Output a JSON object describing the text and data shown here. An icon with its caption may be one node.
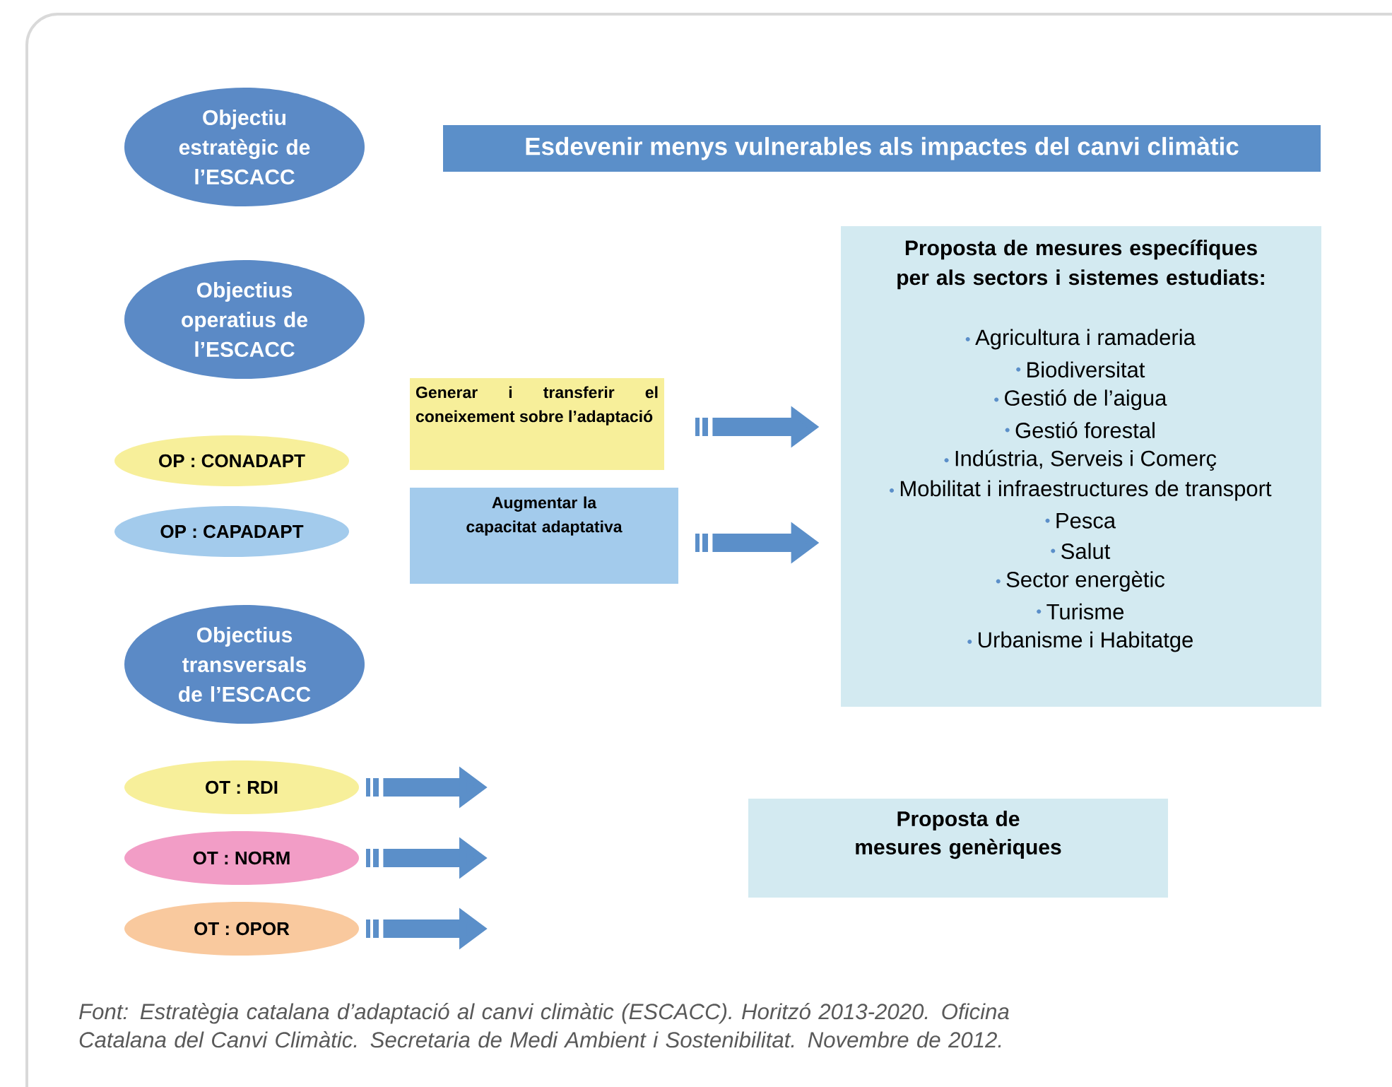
{
  "diagram": {
    "caption": "Font: Estratègia catalana d’adaptació al canvi climàtic (ESCACC). Horitzó 2013-2020. Oficina Catalana del Canvi Climàtic. Secretaria de Medi Ambient i Sostenibilitat. Novembre de 2012.",
    "nodes": [
      {
        "text": [
          "Objectiu estratègic de l’ESCACC"
        ]
      },
      {
        "text": [
          "Esdevenir menys vulnerables als impactes del canvi climàtic"
        ]
      },
      {
        "text": [
          "Objectius operatius de l’ESCACC"
        ]
      },
      {
        "text": [
          "OP : CONADAPT"
        ]
      },
      {
        "text": [
          "OP : CAPADAPT"
        ]
      },
      {
        "text": [
          "Generar i transferir el coneixement sobre l’adaptació"
        ]
      },
      {
        "text": [
          "Augmentar la capacitat adaptativa"
        ]
      },
      {
        "text": [
          "Proposta de mesures específiques per als sectors i sistemes estudiats:",
          "Agricultura i ramaderia",
          "Biodiversitat",
          "Gestió de l’aigua",
          "Gestió forestal",
          "Indústria, Serveis i Comerç",
          "Mobilitat i infraestructures de transport",
          "Pesca",
          "Salut",
          "Sector energètic",
          "Turisme",
          "Urbanisme i Habitatge"
        ]
      },
      {
        "text": [
          "Objectius transversals de l’ESCACC"
        ]
      },
      {
        "text": [
          "OT : RDI"
        ]
      },
      {
        "text": [
          "OT : NORM"
        ]
      },
      {
        "text": [
          "OT : OPOR"
        ]
      },
      {
        "text": [
          "Proposta de mesures genèriques"
        ]
      }
    ],
    "edges": [
      {
        "from": 5,
        "to": 7,
        "arrow": "to"
      },
      {
        "from": 6,
        "to": 7,
        "arrow": "to"
      },
      {
        "from": 9,
        "to": null,
        "arrow": "to"
      },
      {
        "from": 10,
        "to": null,
        "arrow": "to"
      },
      {
        "from": 11,
        "to": null,
        "arrow": "to"
      }
    ]
  }
}
